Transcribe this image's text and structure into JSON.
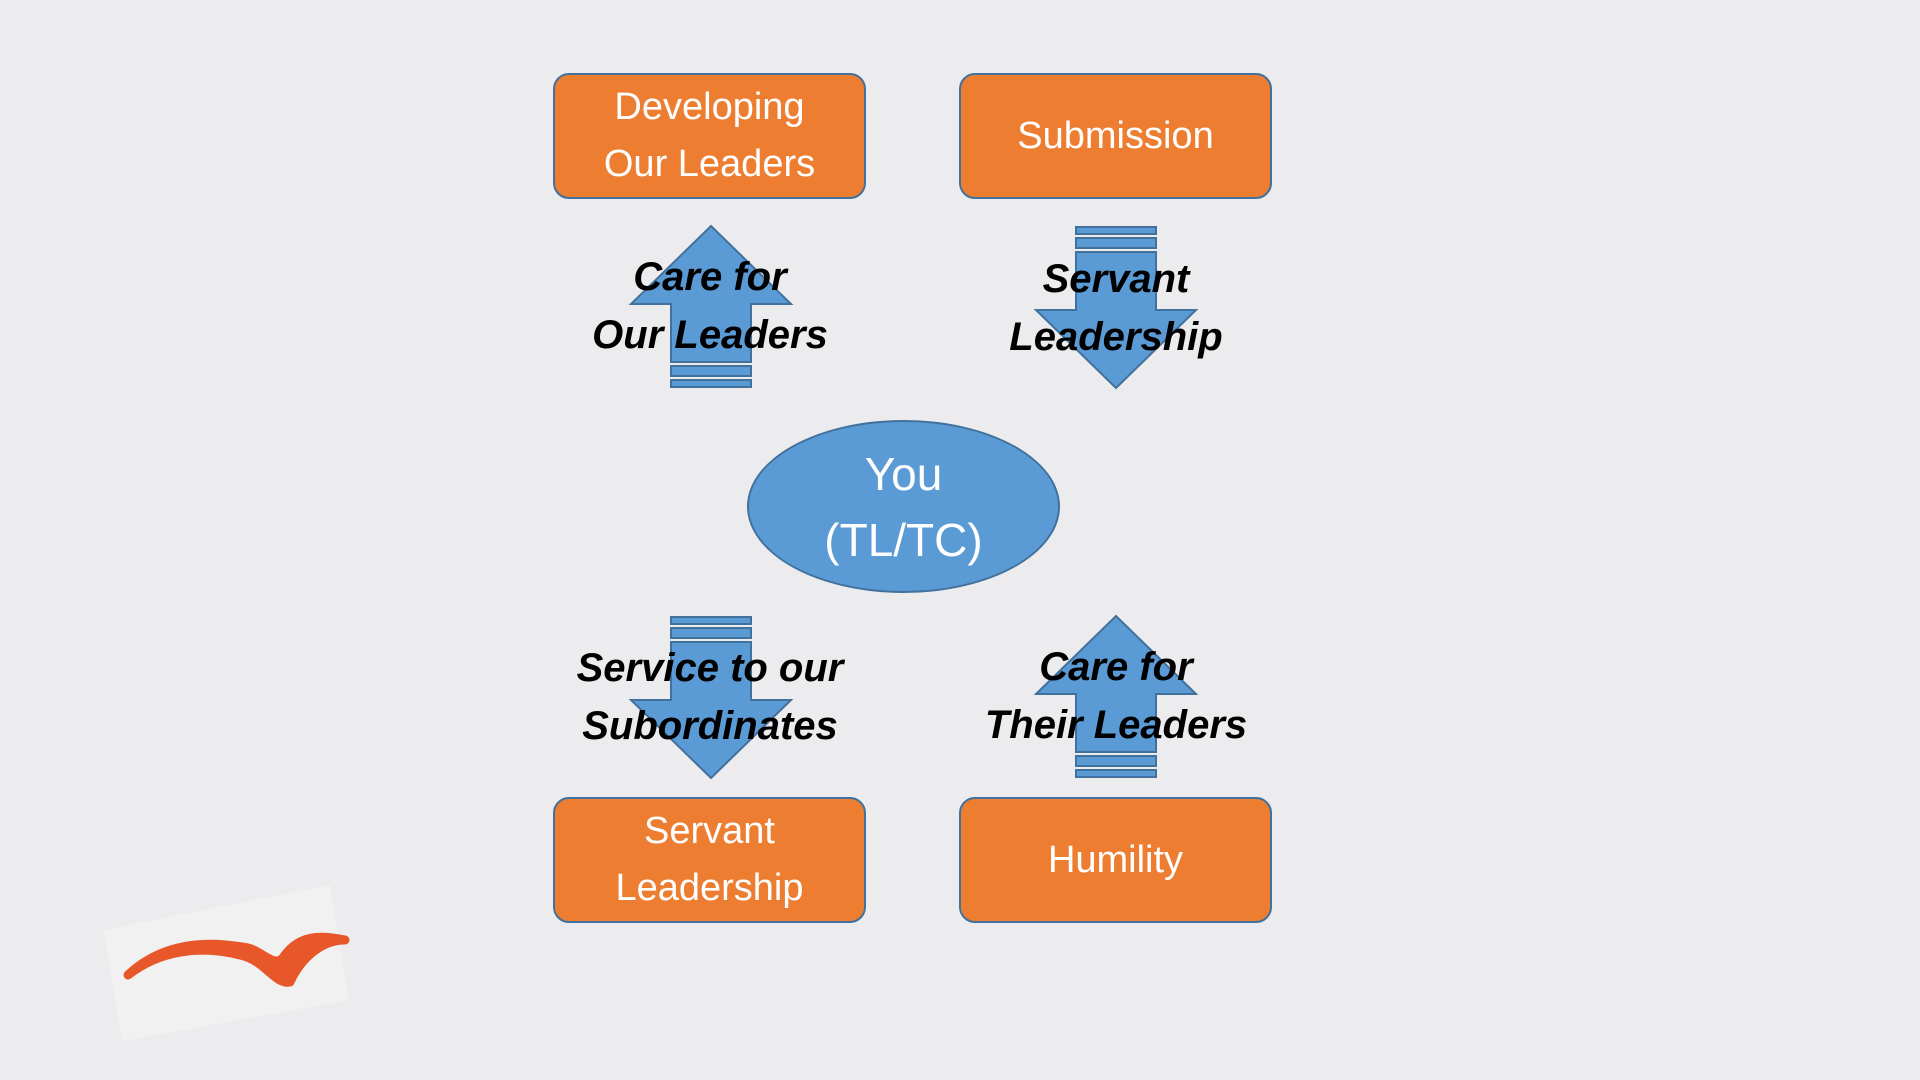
{
  "boxes": {
    "top_left": {
      "line1": "Developing",
      "line2": "Our Leaders"
    },
    "top_right": {
      "line1": "Submission"
    },
    "bottom_left": {
      "line1": "Servant",
      "line2": "Leadership"
    },
    "bottom_right": {
      "line1": "Humility"
    }
  },
  "center": {
    "line1": "You",
    "line2": "(TL/TC)"
  },
  "arrows": {
    "top_left": {
      "direction": "up",
      "line1": "Care for",
      "line2": "Our Leaders"
    },
    "top_right": {
      "direction": "down",
      "line1": "Servant",
      "line2": "Leadership"
    },
    "bottom_left": {
      "direction": "down",
      "line1": "Service to our",
      "line2": "Subordinates"
    },
    "bottom_right": {
      "direction": "up",
      "line1": "Care for",
      "line2": "Their Leaders"
    }
  },
  "colors": {
    "box": "#ed7d31",
    "arrow": "#5b9bd5",
    "outline": "#41719c",
    "background": "#ececee",
    "logo": "#e8572a"
  }
}
